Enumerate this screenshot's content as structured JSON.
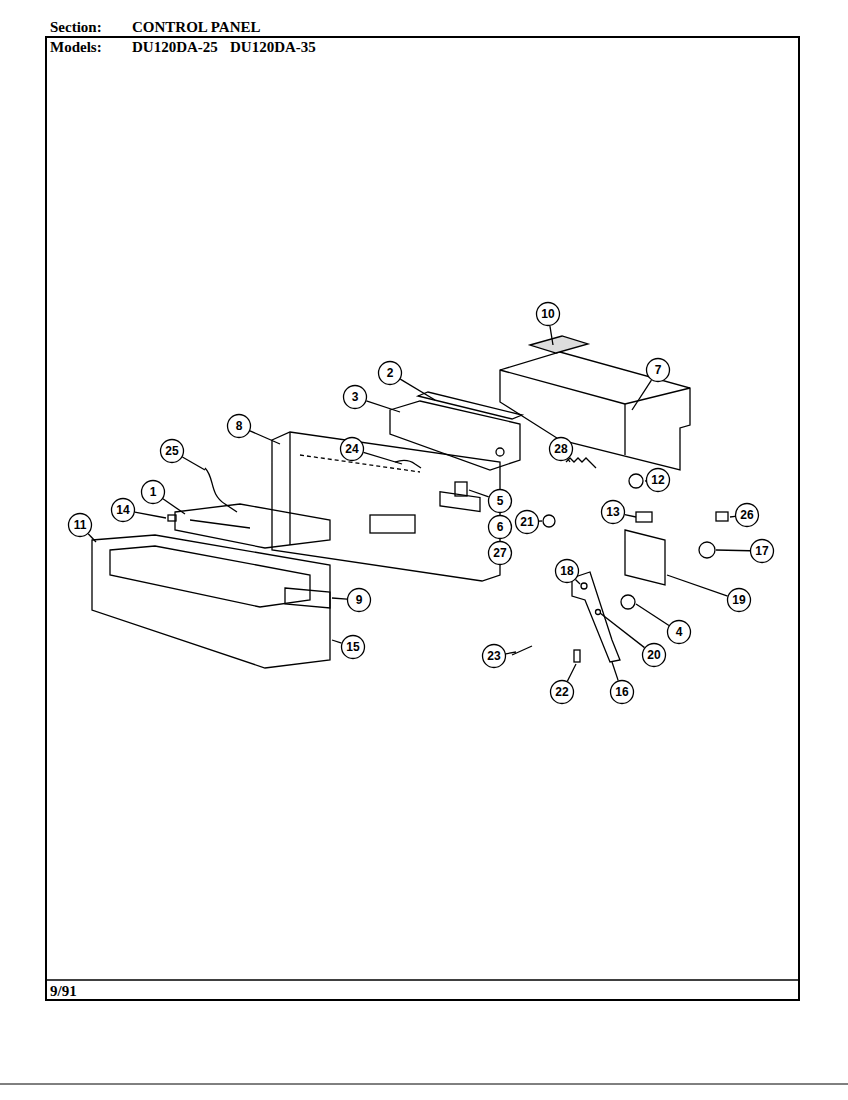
{
  "diagram": {
    "labels": [
      "Section:",
      "CONTROL PANEL",
      "Models:",
      "DU120DA-25",
      "DU120DA-35",
      "9/91",
      "10",
      "7",
      "2",
      "3",
      "8",
      "24",
      "28",
      "12",
      "25",
      "5",
      "6",
      "27",
      "21",
      "13",
      "26",
      "17",
      "1",
      "14",
      "11",
      "19",
      "4",
      "9",
      "18",
      "20",
      "15",
      "23",
      "22",
      "16"
    ]
  }
}
